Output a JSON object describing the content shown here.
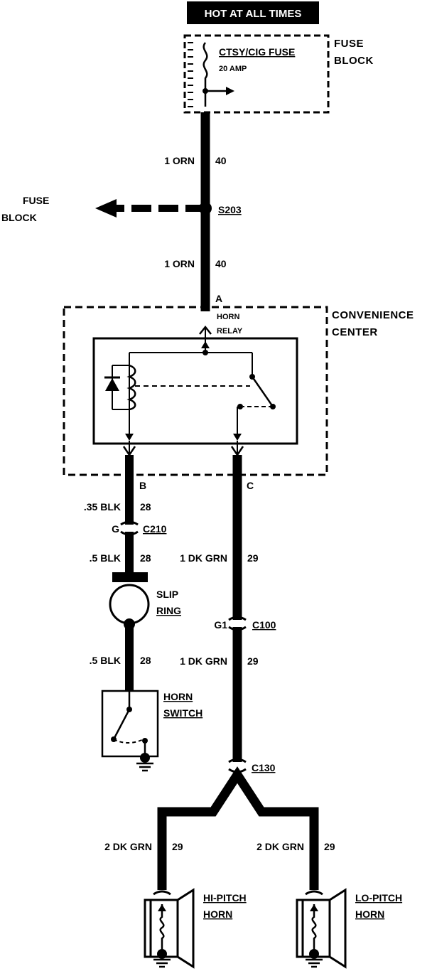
{
  "header": {
    "hot_label": "HOT AT ALL TIMES"
  },
  "fuse_block_top": {
    "name": "CTSY/CIG FUSE",
    "rating": "20 AMP",
    "block_label_1": "FUSE",
    "block_label_2": "BLOCK"
  },
  "feed_wire": {
    "upper_gauge": "1 ORN",
    "upper_circuit": "40",
    "lower_gauge": "1 ORN",
    "lower_circuit": "40",
    "splice": "S203"
  },
  "side_fuse_block": {
    "label_1": "FUSE",
    "label_2": "BLOCK"
  },
  "convenience_center": {
    "label_1": "CONVENIENCE",
    "label_2": "CENTER",
    "relay_label_1": "HORN",
    "relay_label_2": "RELAY",
    "terminal_a": "A",
    "terminal_b": "B",
    "terminal_c": "C"
  },
  "switch_branch": {
    "wire1_gauge": ".35 BLK",
    "wire1_circuit": "28",
    "connector": "C210",
    "connector_pin": "G",
    "wire2_gauge": ".5 BLK",
    "wire2_circuit": "28",
    "slip_ring_1": "SLIP",
    "slip_ring_2": "RING",
    "wire3_gauge": ".5 BLK",
    "wire3_circuit": "28",
    "horn_switch_1": "HORN",
    "horn_switch_2": "SWITCH"
  },
  "horn_branch": {
    "wire1_gauge": "1 DK GRN",
    "wire1_circuit": "29",
    "connector": "C100",
    "connector_pin": "G1",
    "wire2_gauge": "1 DK GRN",
    "wire2_circuit": "29",
    "split_connector": "C130",
    "left_gauge": "2 DK GRN",
    "left_circuit": "29",
    "right_gauge": "2 DK GRN",
    "right_circuit": "29",
    "hi_horn_1": "HI-PITCH",
    "hi_horn_2": "HORN",
    "lo_horn_1": "LO-PITCH",
    "lo_horn_2": "HORN"
  }
}
